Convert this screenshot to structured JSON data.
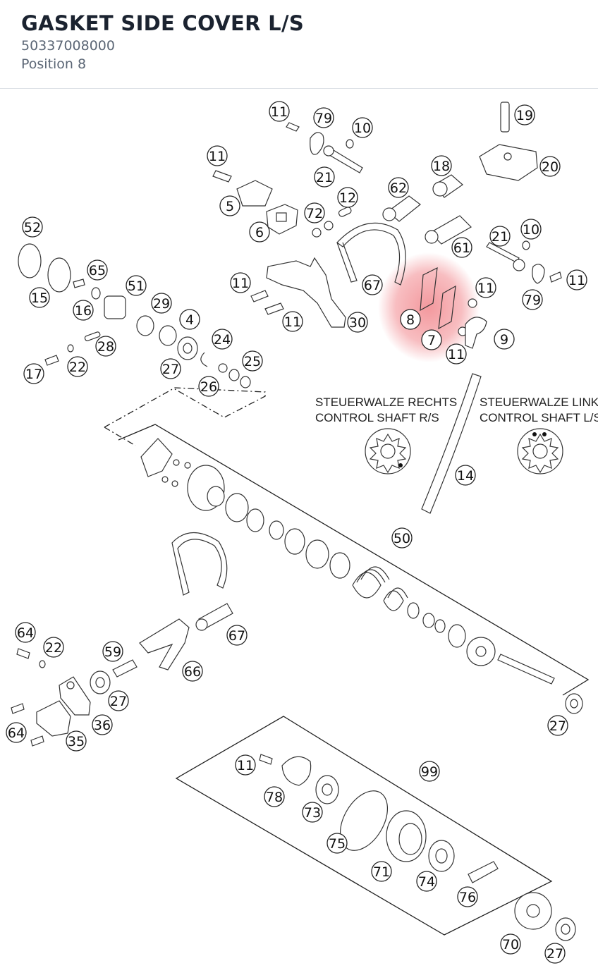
{
  "header": {
    "title": "GASKET SIDE COVER L/S",
    "part_number": "50337008000",
    "position": "Position 8"
  },
  "highlight": {
    "color": "#e8323c",
    "position_number": "8"
  },
  "captions": {
    "right_de": "STEUERWALZE RECHTS",
    "right_en": "CONTROL SHAFT R/S",
    "left_de": "STEUERWALZE LINKS",
    "left_en": "CONTROL SHAFT L/S"
  },
  "callouts": [
    {
      "n": "11"
    },
    {
      "n": "79"
    },
    {
      "n": "10"
    },
    {
      "n": "19"
    },
    {
      "n": "11"
    },
    {
      "n": "21"
    },
    {
      "n": "18"
    },
    {
      "n": "20"
    },
    {
      "n": "12"
    },
    {
      "n": "62"
    },
    {
      "n": "5"
    },
    {
      "n": "72"
    },
    {
      "n": "6"
    },
    {
      "n": "52"
    },
    {
      "n": "21"
    },
    {
      "n": "10"
    },
    {
      "n": "61"
    },
    {
      "n": "65"
    },
    {
      "n": "15"
    },
    {
      "n": "51"
    },
    {
      "n": "11"
    },
    {
      "n": "67"
    },
    {
      "n": "11"
    },
    {
      "n": "79"
    },
    {
      "n": "11"
    },
    {
      "n": "16"
    },
    {
      "n": "29"
    },
    {
      "n": "4"
    },
    {
      "n": "8"
    },
    {
      "n": "11"
    },
    {
      "n": "30"
    },
    {
      "n": "7"
    },
    {
      "n": "9"
    },
    {
      "n": "24"
    },
    {
      "n": "28"
    },
    {
      "n": "11"
    },
    {
      "n": "25"
    },
    {
      "n": "17"
    },
    {
      "n": "22"
    },
    {
      "n": "27"
    },
    {
      "n": "26"
    },
    {
      "n": "14"
    },
    {
      "n": "50"
    },
    {
      "n": "64"
    },
    {
      "n": "22"
    },
    {
      "n": "59"
    },
    {
      "n": "67"
    },
    {
      "n": "66"
    },
    {
      "n": "27"
    },
    {
      "n": "36"
    },
    {
      "n": "64"
    },
    {
      "n": "35"
    },
    {
      "n": "27"
    },
    {
      "n": "11"
    },
    {
      "n": "99"
    },
    {
      "n": "78"
    },
    {
      "n": "73"
    },
    {
      "n": "75"
    },
    {
      "n": "71"
    },
    {
      "n": "74"
    },
    {
      "n": "76"
    },
    {
      "n": "70"
    },
    {
      "n": "27"
    }
  ]
}
